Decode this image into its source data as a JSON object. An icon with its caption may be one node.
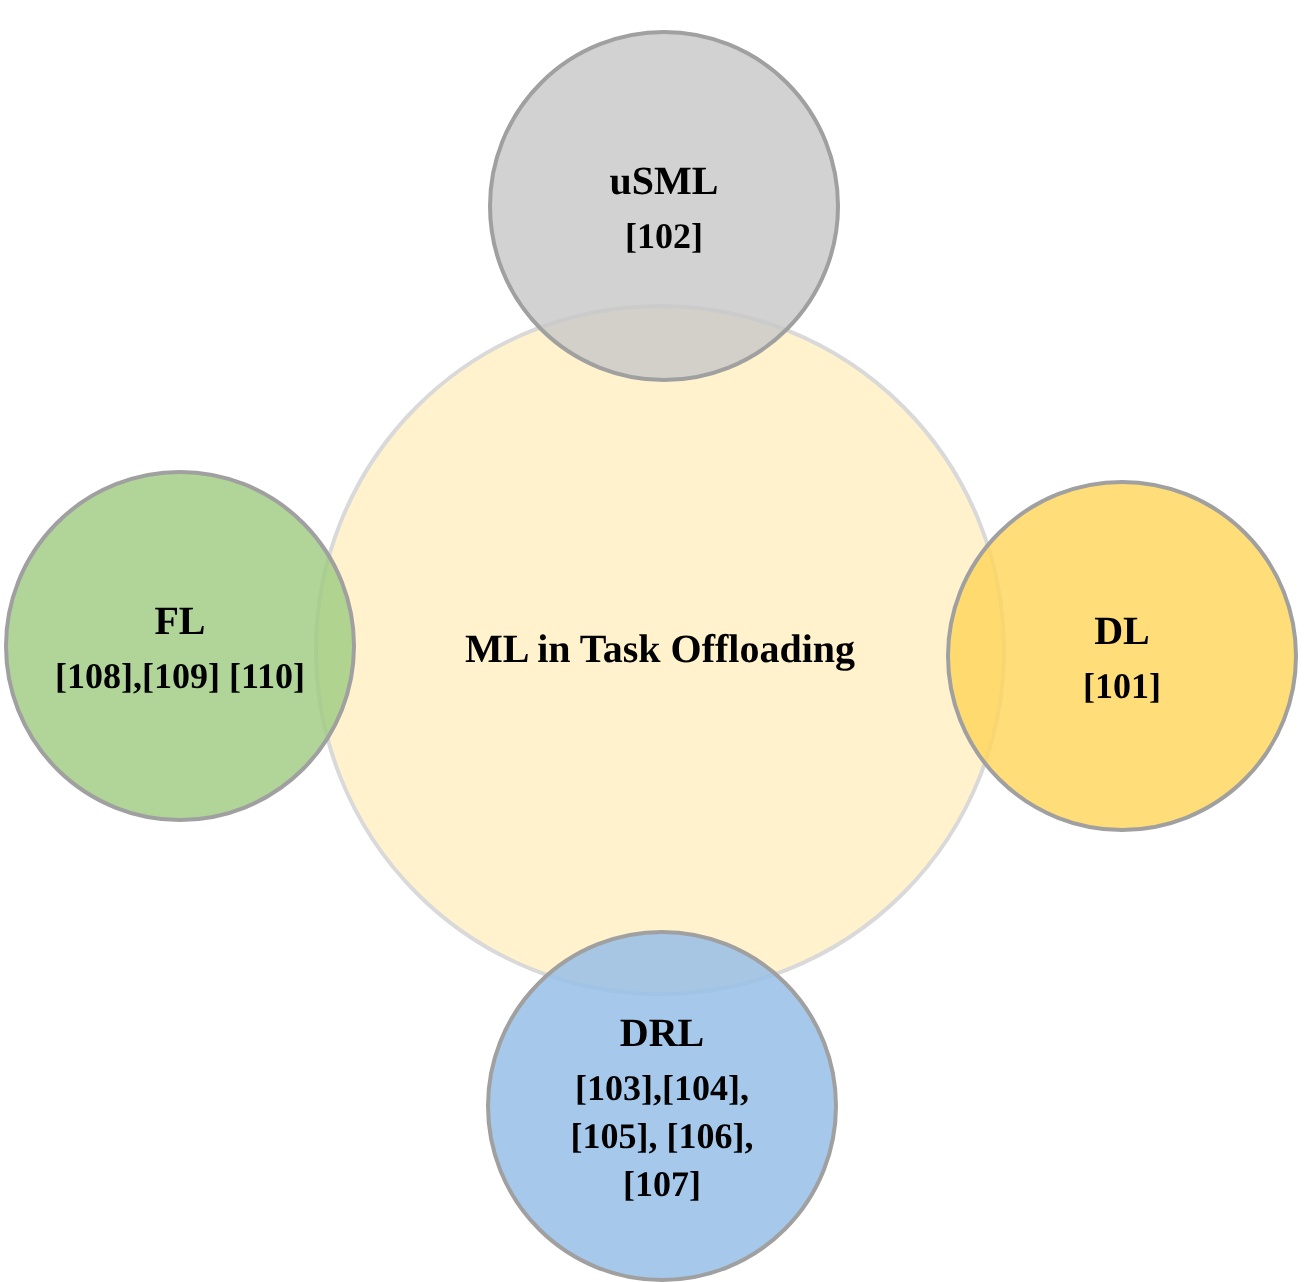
{
  "diagram": {
    "nodes": [
      {
        "text": [
          "uSML",
          "[102]"
        ]
      },
      {
        "text": [
          "FL",
          "[108],[109] [110]"
        ]
      },
      {
        "text": [
          "ML in Task Offloading"
        ]
      },
      {
        "text": [
          "DL",
          "[101]"
        ]
      },
      {
        "text": [
          "DRL",
          "[103],[104], [105], [106], [107]"
        ]
      }
    ]
  }
}
